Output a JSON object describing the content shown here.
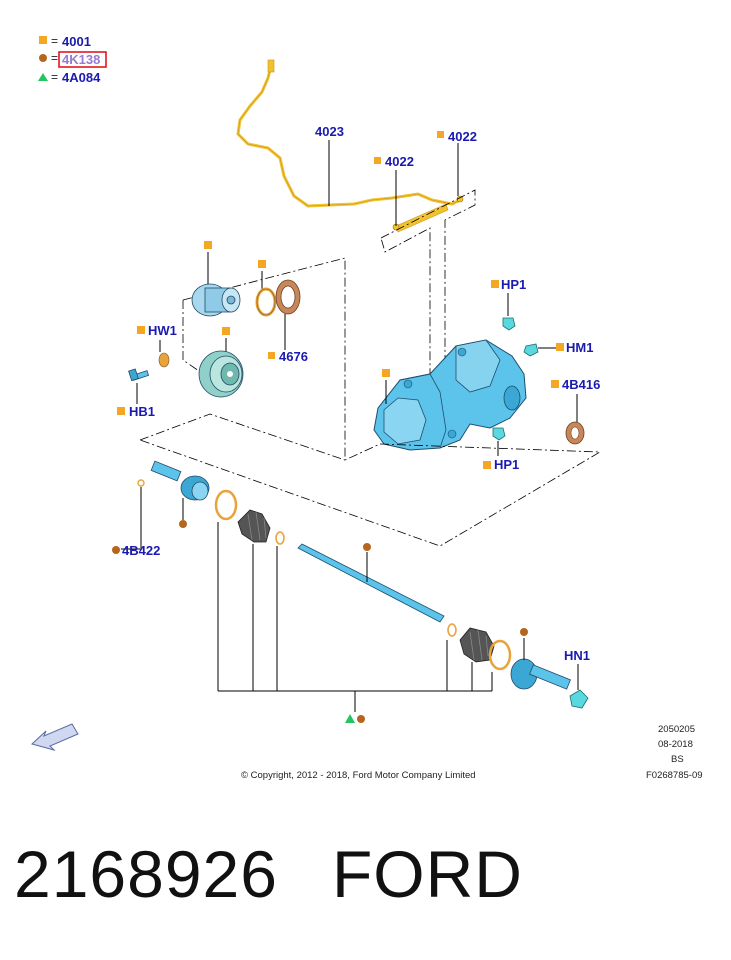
{
  "legend": [
    {
      "marker": "square",
      "color": "#f5a623",
      "code": "4001"
    },
    {
      "marker": "circle",
      "color": "#b5651d",
      "code": "4K138",
      "highlighted": true,
      "highlight_color": "#e0191f"
    },
    {
      "marker": "triangle",
      "color": "#22c55e",
      "code": "4A084"
    }
  ],
  "legend_eq": "=",
  "labels": {
    "4023": "4023",
    "4022a": "4022",
    "4022b": "4022",
    "hp1_top": "HP1",
    "hm1": "HM1",
    "4b416": "4B416",
    "hp1_bottom": "HP1",
    "hw1": "HW1",
    "4676": "4676",
    "hb1": "HB1",
    "4b422": "4B422",
    "hn1": "HN1"
  },
  "footer": {
    "copyright": "© Copyright, 2012 - 2018, Ford Motor Company Limited",
    "code1": "2050205",
    "date": "08-2018",
    "region": "BS",
    "ref": "F0268785-09"
  },
  "part_number": "2168926",
  "brand": "FORD",
  "colors": {
    "label": "#1a1ab0",
    "part_blue": "#5cc3ea",
    "part_teal": "#8fd0c8",
    "harness": "#f2c12e",
    "ring_orange": "#e8a33a",
    "boot_gray": "#555555"
  },
  "icons": [
    "direction-arrow-icon"
  ]
}
